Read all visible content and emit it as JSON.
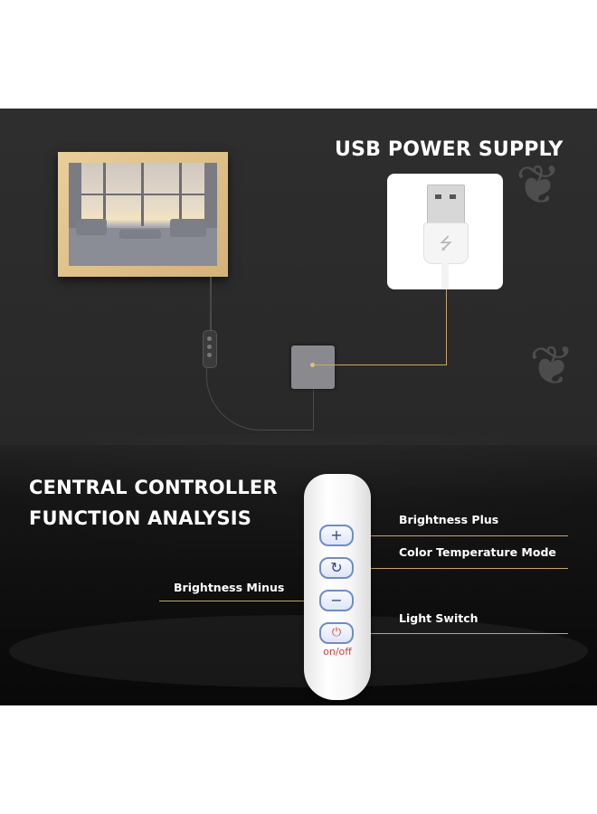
{
  "headings": {
    "usb_power": "USB POWER SUPPLY",
    "controller_line1": "CENTRAL CONTROLLER",
    "controller_line2": "FUNCTION ANALYSIS"
  },
  "callouts": {
    "brightness_plus": "Brightness Plus",
    "color_temperature": "Color Temperature Mode",
    "brightness_minus": "Brightness Minus",
    "light_switch": "Light Switch"
  },
  "remote": {
    "plus_symbol": "+",
    "mode_symbol": "↻",
    "minus_symbol": "−",
    "power_symbol": "⏻",
    "power_caption": "on/off"
  },
  "usb_card": {
    "usb_symbol": "⭍"
  },
  "icons": {
    "usb_plug": "usb-plug-icon",
    "power": "power-icon",
    "plus": "plus-icon",
    "minus": "minus-icon",
    "cycle": "cycle-icon"
  },
  "colors": {
    "background": "#2b2b2b",
    "accent_line": "#c9a36b",
    "button_border": "#6f8cc8",
    "power_red": "#d23c3c"
  }
}
